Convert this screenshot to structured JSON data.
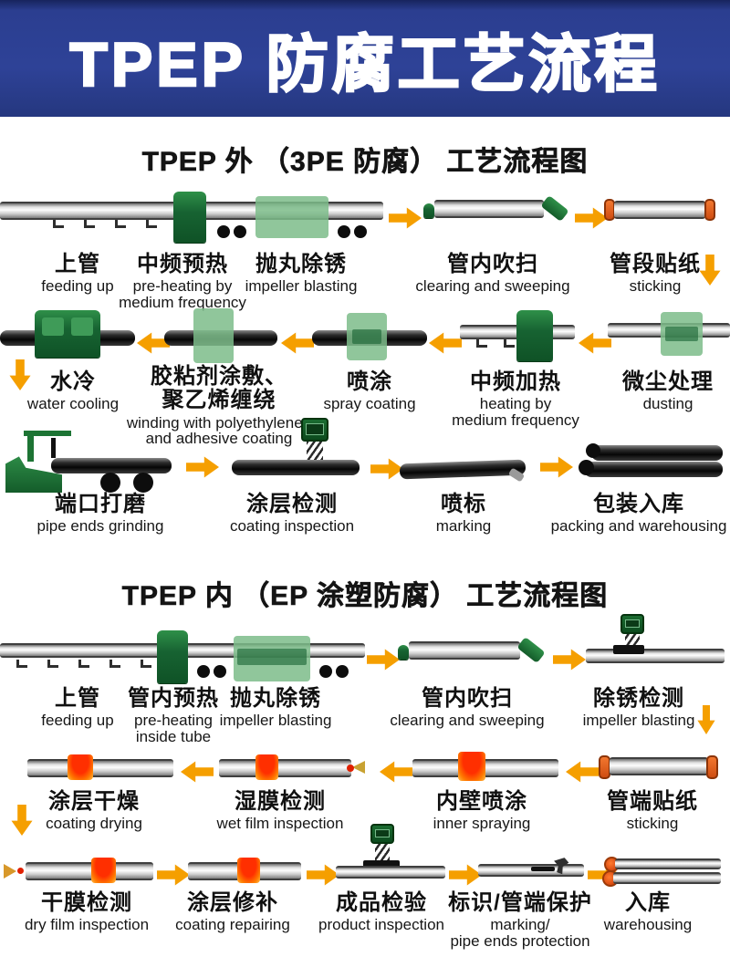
{
  "header": {
    "title": "TPEP 防腐工艺流程"
  },
  "colors": {
    "header_bg": "#2b3e90",
    "arrow_orange": "#F59F00",
    "machine_green_dark": "#176332",
    "chamber_green_light": "#7dbc89",
    "pipe_cap_orange": "#e05a1a",
    "hot_red": "#ff2f00",
    "pipe_black": "#0e0e0e",
    "pipe_silver": "#d9d9d9",
    "label_text": "#101010"
  },
  "s1": {
    "title": "TPEP 外 （3PE 防腐） 工艺流程图",
    "steps": [
      {
        "zh": "上管",
        "en": "feeding up"
      },
      {
        "zh": "中频预热",
        "en": "pre-heating by\nmedium frequency"
      },
      {
        "zh": "抛丸除锈",
        "en": "impeller blasting"
      },
      {
        "zh": "管内吹扫",
        "en": "clearing and sweeping"
      },
      {
        "zh": "管段贴纸",
        "en": "sticking"
      },
      {
        "zh": "水冷",
        "en": "water cooling"
      },
      {
        "zh": "胶粘剂涂敷、\n聚乙烯缠绕",
        "en": "winding with polyethylene ,\nand adhesive coating"
      },
      {
        "zh": "喷涂",
        "en": "spray coating"
      },
      {
        "zh": "中频加热",
        "en": "heating by\nmedium frequency"
      },
      {
        "zh": "微尘处理",
        "en": "dusting"
      },
      {
        "zh": "端口打磨",
        "en": "pipe ends grinding"
      },
      {
        "zh": "涂层检测",
        "en": "coating inspection"
      },
      {
        "zh": "喷标",
        "en": "marking"
      },
      {
        "zh": "包装入库",
        "en": "packing and warehousing"
      }
    ]
  },
  "s2": {
    "title": "TPEP 内 （EP 涂塑防腐） 工艺流程图",
    "steps": [
      {
        "zh": "上管",
        "en": "feeding up"
      },
      {
        "zh": "管内预热",
        "en": "pre-heating\ninside tube"
      },
      {
        "zh": "抛丸除锈",
        "en": "impeller blasting"
      },
      {
        "zh": "管内吹扫",
        "en": "clearing and sweeping"
      },
      {
        "zh": "除锈检测",
        "en": "impeller blasting"
      },
      {
        "zh": "涂层干燥",
        "en": "coating drying"
      },
      {
        "zh": "湿膜检测",
        "en": "wet film inspection"
      },
      {
        "zh": "内壁喷涂",
        "en": "inner spraying"
      },
      {
        "zh": "管端贴纸",
        "en": "sticking"
      },
      {
        "zh": "干膜检测",
        "en": "dry film inspection"
      },
      {
        "zh": "涂层修补",
        "en": "coating repairing"
      },
      {
        "zh": "成品检验",
        "en": "product inspection"
      },
      {
        "zh": "标识/管端保护",
        "en": "marking/\npipe ends protection"
      },
      {
        "zh": "入库",
        "en": "warehousing"
      }
    ]
  }
}
